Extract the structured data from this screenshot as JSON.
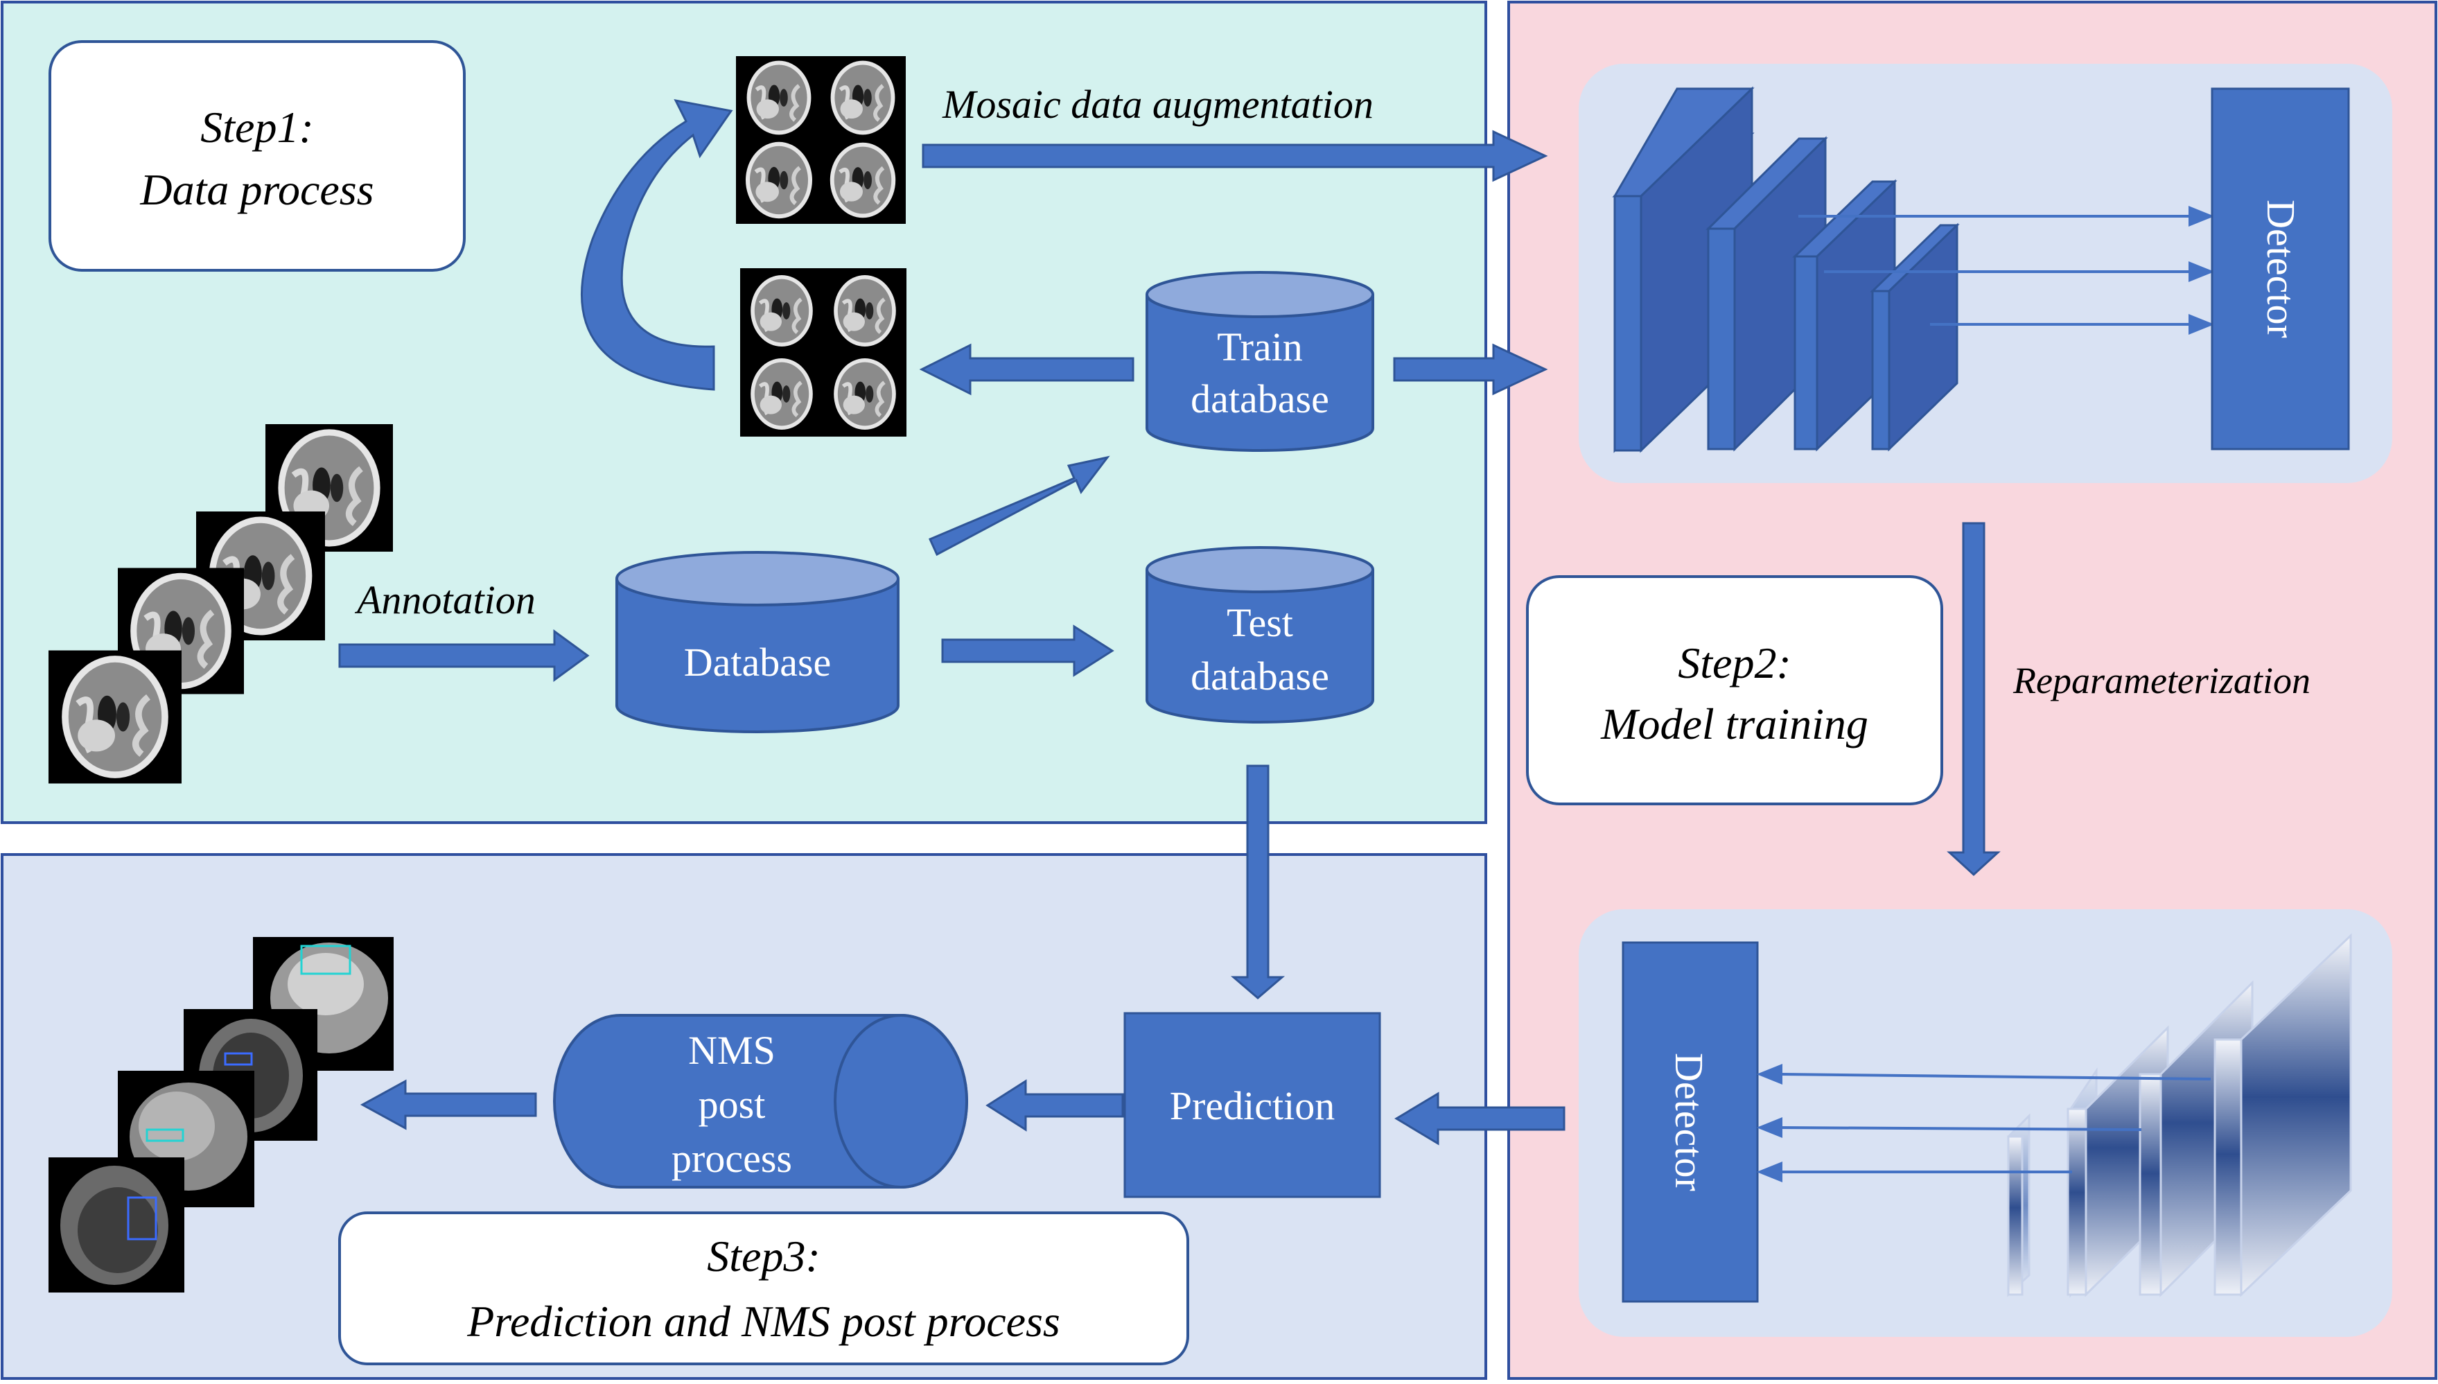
{
  "step1": {
    "line1": "Step1:",
    "line2": "Data process"
  },
  "step2": {
    "line1": "Step2:",
    "line2": "Model training"
  },
  "step3": {
    "line1": "Step3:",
    "line2": "Prediction and NMS post process"
  },
  "labels": {
    "mosaic": "Mosaic data augmentation",
    "annotation": "Annotation",
    "reparameterization": "Reparameterization"
  },
  "databases": {
    "train": {
      "line1": "Train",
      "line2": "database"
    },
    "test": {
      "line1": "Test",
      "line2": "database"
    },
    "main": "Database"
  },
  "detector": "Detector",
  "prediction": "Prediction",
  "nms": {
    "line1": "NMS",
    "line2": "post",
    "line3": "process"
  },
  "colors": {
    "accent": "#4472C4",
    "accent_dark": "#2F5597",
    "panel_step1": "#D4F2EF",
    "panel_step2": "#F9D7DE",
    "panel_step3": "#DAE3F3",
    "inner_panel": "#D9E2F3",
    "border": "#2F4F9F"
  }
}
